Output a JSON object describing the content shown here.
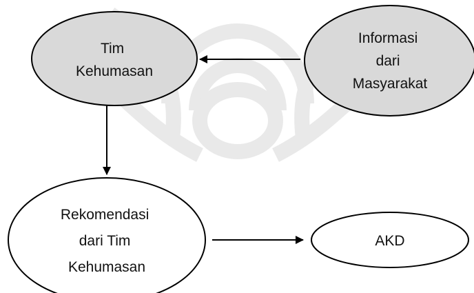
{
  "nodes": {
    "tim_kehumasan": {
      "lines": [
        "Tim",
        "Kehumasan"
      ],
      "fill": "#d9d9d9"
    },
    "informasi": {
      "lines": [
        "Informasi",
        "dari",
        "Masyarakat"
      ],
      "fill": "#d9d9d9"
    },
    "rekomendasi": {
      "lines": [
        "Rekomendasi",
        "dari Tim",
        "Kehumasan"
      ],
      "fill": "#ffffff"
    },
    "akd": {
      "lines": [
        "AKD"
      ],
      "fill": "#ffffff"
    }
  },
  "colors": {
    "stroke": "#000000",
    "watermark": "#e6e6e6",
    "text": "#111111"
  }
}
